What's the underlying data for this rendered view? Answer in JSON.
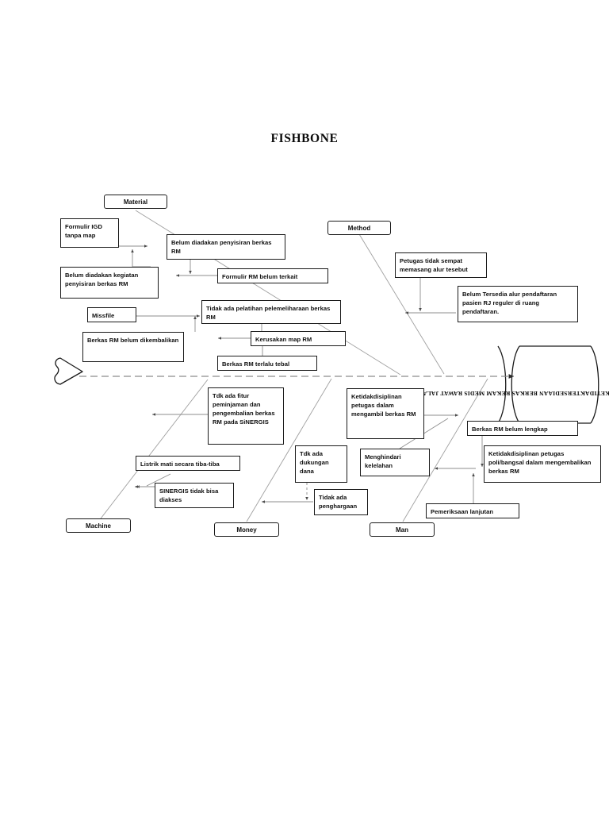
{
  "title": "FISHBONE",
  "effect": {
    "label": "KETIDAKTERSEDIAAN BERKAS REKAM MEDIS RAWAT JALAN"
  },
  "categories": [
    {
      "key": "material",
      "label": "Material"
    },
    {
      "key": "method",
      "label": "Method"
    },
    {
      "key": "machine",
      "label": "Machine"
    },
    {
      "key": "money",
      "label": "Money"
    },
    {
      "key": "man",
      "label": "Man"
    }
  ],
  "causes": {
    "material": [
      {
        "id": "m1",
        "text": "Formulir IGD tanpa map"
      },
      {
        "id": "m2",
        "text": "Belum diadakan penyisiran berkas RM"
      },
      {
        "id": "m3",
        "text": "Belum diadakan kegiatan penyisiran berkas RM"
      },
      {
        "id": "m4",
        "text": "Formulir RM belum terkait"
      },
      {
        "id": "m5",
        "text": "Missfile"
      },
      {
        "id": "m6",
        "text": "Tidak ada pelatihan pelemeliharaan berkas RM"
      },
      {
        "id": "m7",
        "text": "Berkas RM belum dikembalikan"
      },
      {
        "id": "m8",
        "text": "Kerusakan map RM"
      },
      {
        "id": "m9",
        "text": "Berkas  RM terlalu tebal"
      }
    ],
    "method": [
      {
        "id": "me1",
        "text": "Petugas tidak sempat memasang alur tesebut"
      },
      {
        "id": "me2",
        "text": "Belum Tersedia alur pendaftaran pasien RJ reguler di ruang pendaftaran."
      }
    ],
    "machine": [
      {
        "id": "mc1",
        "text": "Tdk ada fitur peminjaman dan pengembalian berkas RM pada SiNERGIS"
      },
      {
        "id": "mc2",
        "text": "Listrik mati secara tiba-tiba"
      },
      {
        "id": "mc3",
        "text": "SINERGIS tidak bisa diakses"
      }
    ],
    "money": [
      {
        "id": "mo1",
        "text": "Tdk ada dukungan dana"
      },
      {
        "id": "mo2",
        "text": "Tidak ada penghargaan"
      }
    ],
    "man": [
      {
        "id": "ma1",
        "text": "Ketidakdisiplinan petugas  dalam mengambil  berkas RM"
      },
      {
        "id": "ma2",
        "text": "Menghindari kelelahan"
      },
      {
        "id": "ma3",
        "text": "Berkas RM belum lengkap"
      },
      {
        "id": "ma4",
        "text": "Ketidakdisiplinan petugas poli/bangsal dalam mengembalikan berkas RM"
      },
      {
        "id": "ma5",
        "text": "Pemeriksaan lanjutan"
      }
    ]
  },
  "colors": {
    "stroke": "#1a1a1a",
    "spine": "#8c8c8c",
    "bone": "#9a9a9a",
    "text": "#0d0d0d",
    "background": "#ffffff"
  }
}
